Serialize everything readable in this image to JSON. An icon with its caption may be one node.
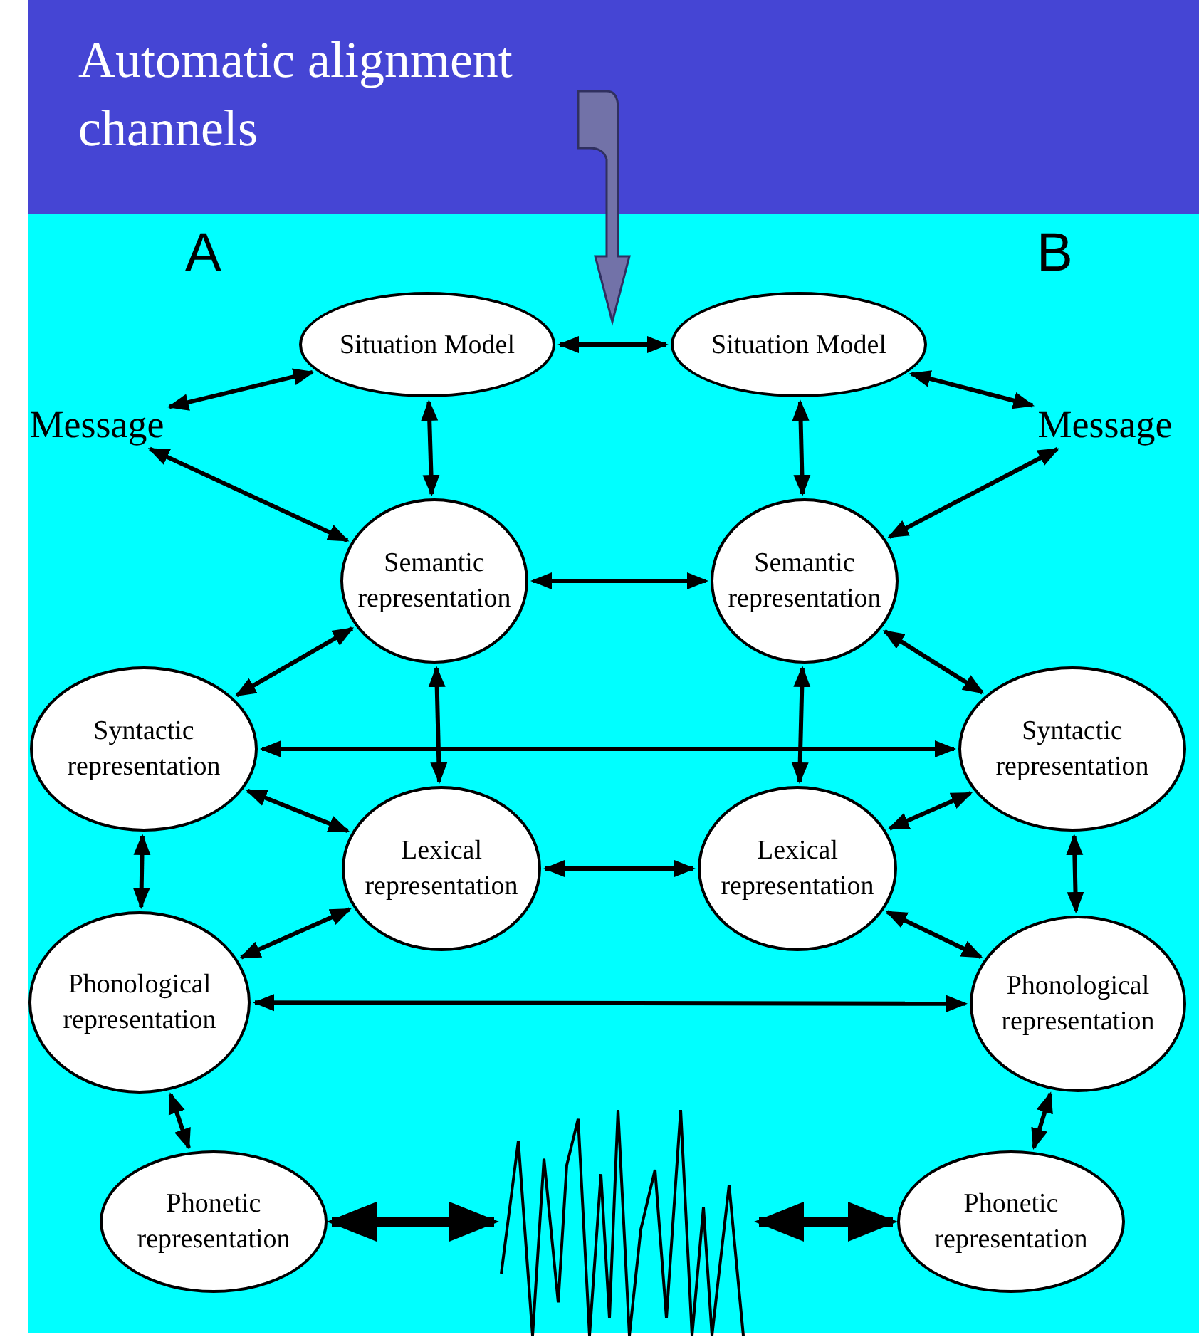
{
  "diagram": {
    "title": "Automatic alignment channels",
    "nodes": [
      {
        "text": [
          "Message"
        ]
      },
      {
        "text": [
          "Situation Model"
        ]
      },
      {
        "text": [
          "Semantic representation"
        ]
      },
      {
        "text": [
          "Syntactic representation"
        ]
      },
      {
        "text": [
          "Lexical representation"
        ]
      },
      {
        "text": [
          "Phonological representation"
        ]
      },
      {
        "text": [
          "Phonetic representation"
        ]
      },
      {
        "text": [
          "Situation Model"
        ]
      },
      {
        "text": [
          "Message"
        ]
      },
      {
        "text": [
          "Semantic representation"
        ]
      },
      {
        "text": [
          "Syntactic representation"
        ]
      },
      {
        "text": [
          "Lexical representation"
        ]
      },
      {
        "text": [
          "Phonological representation"
        ]
      },
      {
        "text": [
          "Phonetic representation"
        ]
      },
      {
        "text": [],
        "shape": "picture"
      }
    ],
    "edges": [
      {
        "from": 0,
        "to": 1,
        "arrow": "both"
      },
      {
        "from": 0,
        "to": 2,
        "arrow": "both"
      },
      {
        "from": 1,
        "to": 2,
        "arrow": "both"
      },
      {
        "from": 2,
        "to": 3,
        "arrow": "both"
      },
      {
        "from": 2,
        "to": 4,
        "arrow": "both"
      },
      {
        "from": 3,
        "to": 4,
        "arrow": "both"
      },
      {
        "from": 3,
        "to": 5,
        "arrow": "both"
      },
      {
        "from": 4,
        "to": 5,
        "arrow": "both"
      },
      {
        "from": 5,
        "to": 6,
        "arrow": "both"
      },
      {
        "from": 1,
        "to": 7,
        "arrow": "both"
      },
      {
        "from": 2,
        "to": 9,
        "arrow": "both"
      },
      {
        "from": 3,
        "to": 10,
        "arrow": "both"
      },
      {
        "from": 4,
        "to": 11,
        "arrow": "both"
      },
      {
        "from": 5,
        "to": 12,
        "arrow": "both"
      },
      {
        "from": 6,
        "to": 14,
        "arrow": "both",
        "style": "thick"
      },
      {
        "from": 14,
        "to": 13,
        "arrow": "both",
        "style": "thick"
      },
      {
        "from": 7,
        "to": 8,
        "arrow": "both"
      },
      {
        "from": 9,
        "to": 8,
        "arrow": "both"
      },
      {
        "from": 7,
        "to": 9,
        "arrow": "both"
      },
      {
        "from": 9,
        "to": 10,
        "arrow": "both"
      },
      {
        "from": 9,
        "to": 11,
        "arrow": "both"
      },
      {
        "from": 11,
        "to": 10,
        "arrow": "both"
      },
      {
        "from": 10,
        "to": 12,
        "arrow": "both"
      },
      {
        "from": 11,
        "to": 12,
        "arrow": "both"
      },
      {
        "from": 12,
        "to": 13,
        "arrow": "both"
      }
    ],
    "labels": [
      "A",
      "B"
    ]
  }
}
